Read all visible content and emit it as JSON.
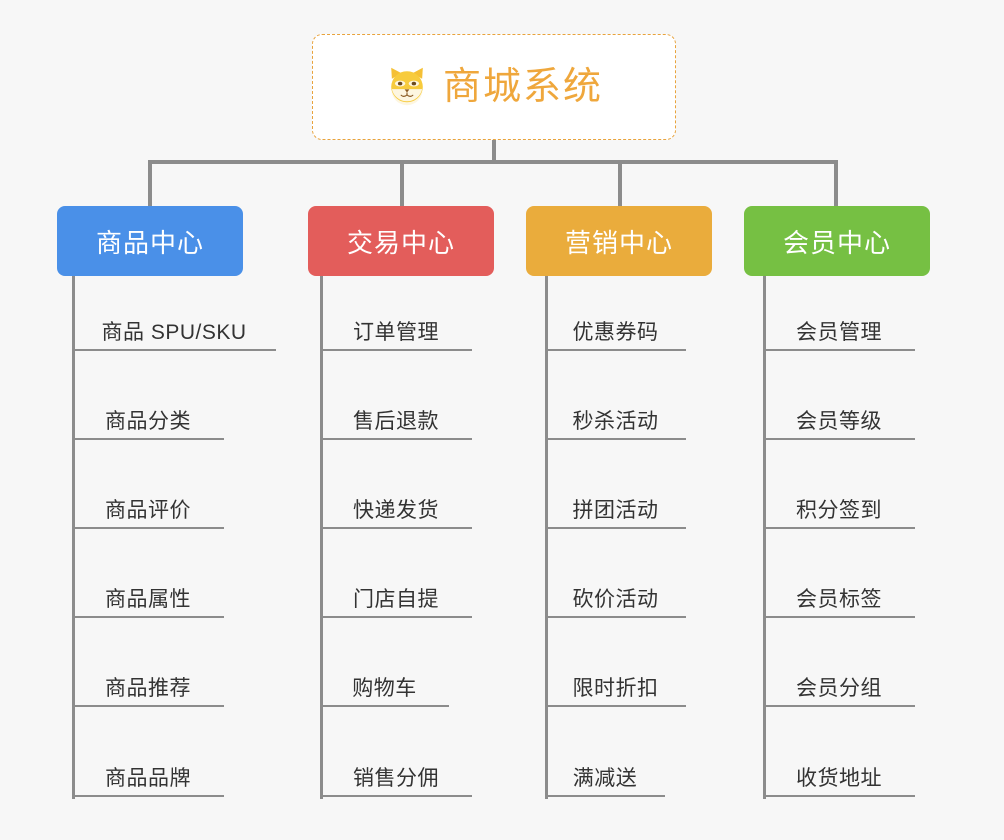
{
  "diagram": {
    "type": "mindmap",
    "background_color": "#f7f7f7",
    "root": {
      "label": "商城系统",
      "icon": "shiba-dog-icon",
      "text_color": "#efa73c",
      "border_color": "#e8a33d",
      "background_color": "#ffffff"
    },
    "connector_color": "#8c8c8c",
    "leaf_text_color": "#333333",
    "branches": [
      {
        "label": "商品中心",
        "color": "#4a90e8",
        "items": [
          "商品 SPU/SKU",
          "商品分类",
          "商品评价",
          "商品属性",
          "商品推荐",
          "商品品牌"
        ]
      },
      {
        "label": "交易中心",
        "color": "#e35d5b",
        "items": [
          "订单管理",
          "售后退款",
          "快递发货",
          "门店自提",
          "购物车",
          "销售分佣"
        ]
      },
      {
        "label": "营销中心",
        "color": "#eaac3c",
        "items": [
          "优惠券码",
          "秒杀活动",
          "拼团活动",
          "砍价活动",
          "限时折扣",
          "满减送"
        ]
      },
      {
        "label": "会员中心",
        "color": "#76c043",
        "items": [
          "会员管理",
          "会员等级",
          "积分签到",
          "会员标签",
          "会员分组",
          "收货地址"
        ]
      }
    ]
  }
}
